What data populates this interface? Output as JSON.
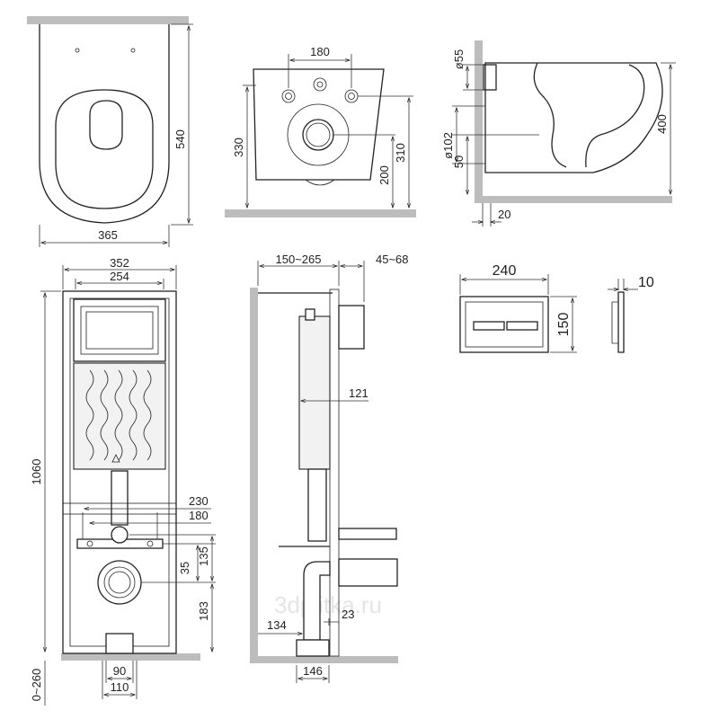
{
  "watermark": "3dplitka.ru",
  "views": {
    "bowl_top": {
      "width": "365",
      "length": "540"
    },
    "bowl_rear": {
      "hole_spacing": "180",
      "height": "330",
      "outlet_height": "200",
      "fixing_height": "310"
    },
    "bowl_side": {
      "inlet": "ø55",
      "outlet": "ø102",
      "offset": "50",
      "height": "400",
      "wall_gap": "20"
    },
    "frame_front": {
      "outer_width": "352",
      "inner_width": "254",
      "height": "1060",
      "bolt_spacing_outer": "230",
      "bolt_spacing_inner": "180",
      "d35": "35",
      "d135": "135",
      "d183": "183",
      "leg_adjust": "0~260",
      "foot_90": "90",
      "foot_110": "110"
    },
    "frame_side": {
      "depth": "150~265",
      "button_depth": "45~68",
      "depth_121": "121",
      "d134": "134",
      "d23": "23",
      "d146": "146"
    },
    "button_front": {
      "width": "240",
      "height": "150"
    },
    "button_side": {
      "thickness": "10"
    }
  }
}
